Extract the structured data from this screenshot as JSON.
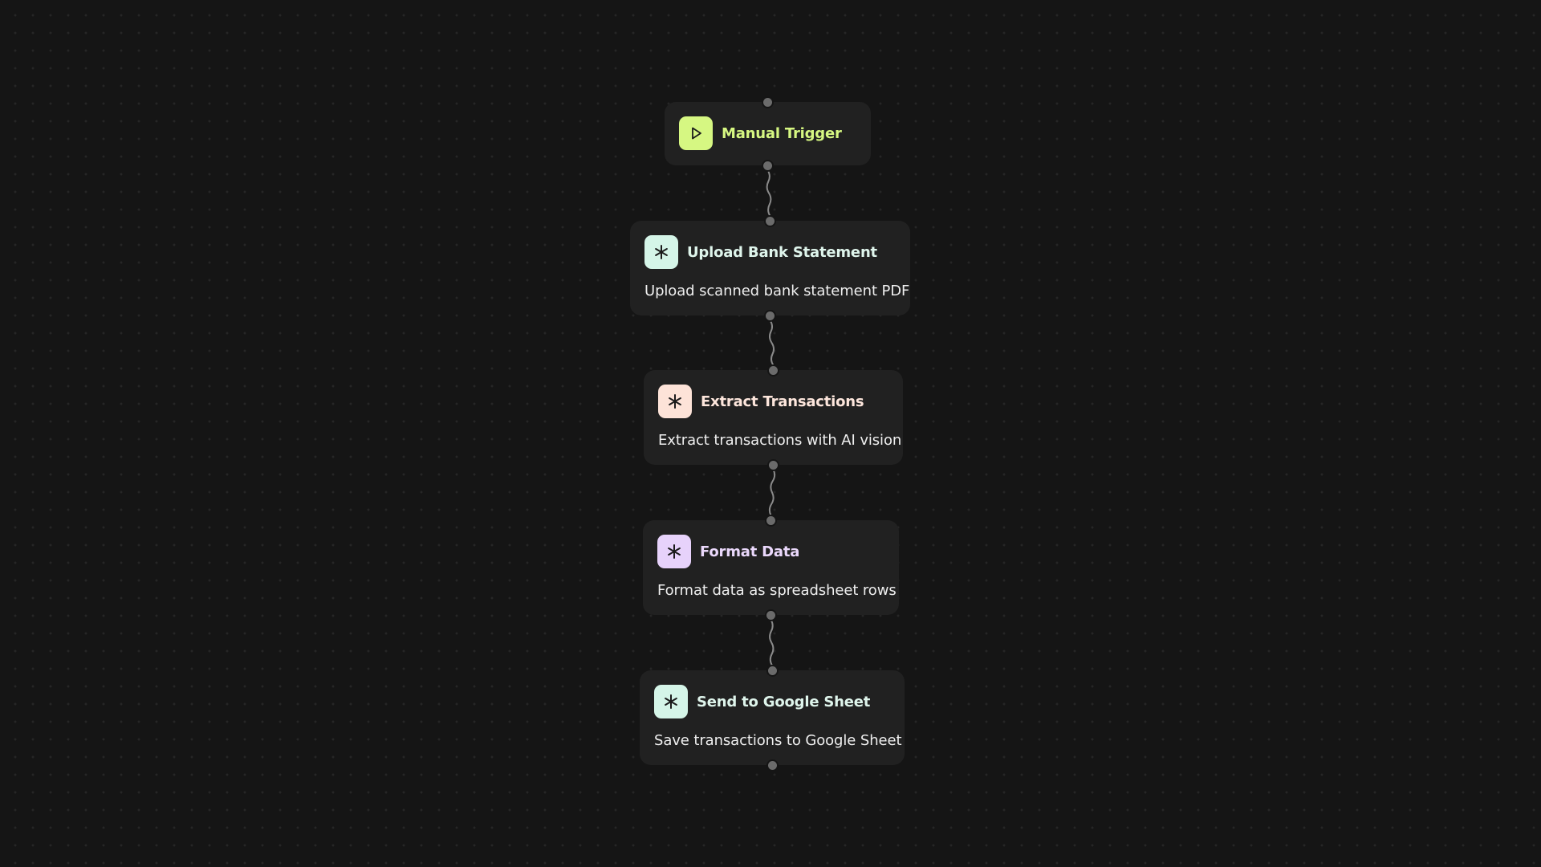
{
  "workflow": {
    "nodes": [
      {
        "id": "trigger",
        "title": "Manual Trigger",
        "description": "",
        "icon": "play-icon",
        "icon_bg": "#d6f782",
        "title_color": "#d6f782"
      },
      {
        "id": "upload",
        "title": "Upload Bank Statement",
        "description": "Upload scanned bank statement PDF",
        "icon": "asterisk-icon",
        "icon_bg": "#d5f5e8",
        "title_color": "#dff5ec"
      },
      {
        "id": "extract",
        "title": "Extract Transactions",
        "description": "Extract transactions with AI vision",
        "icon": "asterisk-icon",
        "icon_bg": "#fde3d8",
        "title_color": "#fde6dc"
      },
      {
        "id": "format",
        "title": "Format Data",
        "description": "Format data as spreadsheet rows",
        "icon": "asterisk-icon",
        "icon_bg": "#e7d2fb",
        "title_color": "#ead8fb"
      },
      {
        "id": "sheet",
        "title": "Send to Google Sheet",
        "description": "Save transactions to Google Sheet",
        "icon": "asterisk-icon",
        "icon_bg": "#d5f5e8",
        "title_color": "#dff5ec"
      }
    ],
    "edges": [
      {
        "from": "trigger",
        "to": "upload"
      },
      {
        "from": "upload",
        "to": "extract"
      },
      {
        "from": "extract",
        "to": "format"
      },
      {
        "from": "format",
        "to": "sheet"
      }
    ],
    "colors": {
      "canvas": "#151515",
      "node": "#212121",
      "edge": "#8a8a8a",
      "handle": "#6b6b6b"
    }
  }
}
